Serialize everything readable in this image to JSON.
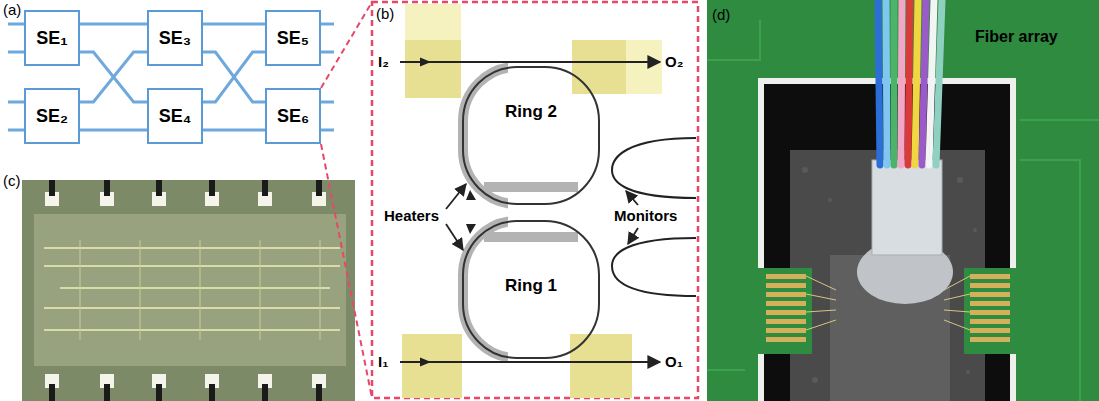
{
  "diagram": {
    "nodes": [
      {
        "text": [
          "SE₁"
        ]
      },
      {
        "text": [
          "SE₂"
        ]
      },
      {
        "text": [
          "SE₃"
        ]
      },
      {
        "text": [
          "SE₄"
        ]
      },
      {
        "text": [
          "SE₅"
        ]
      },
      {
        "text": [
          "SE₆"
        ]
      },
      {
        "text": [
          "Ring 2"
        ]
      },
      {
        "text": [
          "Ring 1"
        ]
      }
    ],
    "edges": [
      {
        "from": 0,
        "to": 2,
        "arrow": "none"
      },
      {
        "from": 0,
        "to": 3,
        "arrow": "none"
      },
      {
        "from": 1,
        "to": 2,
        "arrow": "none"
      },
      {
        "from": 1,
        "to": 3,
        "arrow": "none"
      },
      {
        "from": 2,
        "to": 4,
        "arrow": "none"
      },
      {
        "from": 2,
        "to": 5,
        "arrow": "none"
      },
      {
        "from": 3,
        "to": 4,
        "arrow": "none"
      },
      {
        "from": 3,
        "to": 5,
        "arrow": "none"
      }
    ],
    "labels": [
      "(a)",
      "(b)",
      "(d)",
      "I₂",
      "O₂",
      "Fiber array",
      "Heaters",
      "Monitors",
      "(c)",
      "I₁",
      "O₁"
    ]
  }
}
